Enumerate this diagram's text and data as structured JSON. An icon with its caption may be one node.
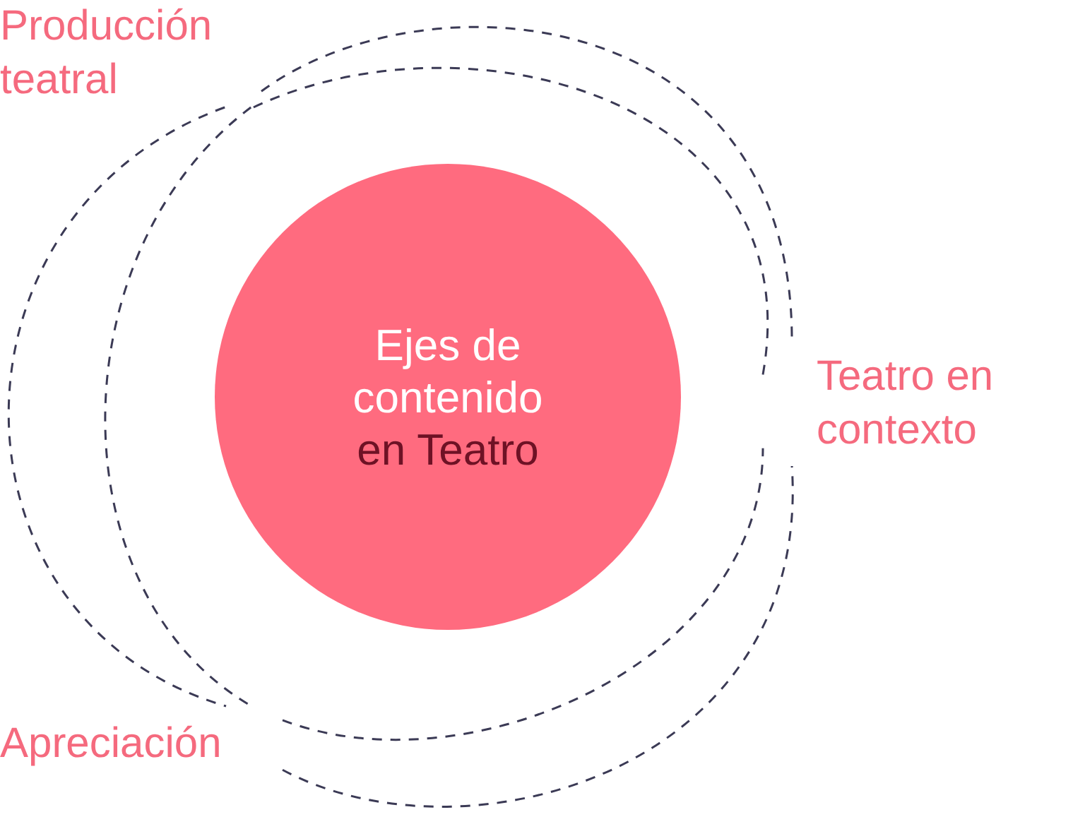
{
  "diagram": {
    "nodes": [
      {
        "text": [
          "Ejes de contenido",
          "en Teatro"
        ]
      },
      {
        "text": [
          "Producción teatral"
        ]
      },
      {
        "text": [
          "Teatro en contexto"
        ]
      },
      {
        "text": [
          "Apreciación"
        ]
      }
    ],
    "edges": [
      {
        "from": 1,
        "to": 2,
        "arrow": "none",
        "style": "dashed"
      },
      {
        "from": 1,
        "to": 2,
        "arrow": "none",
        "style": "dashed"
      },
      {
        "from": 1,
        "to": 3,
        "arrow": "none",
        "style": "dashed"
      },
      {
        "from": 1,
        "to": 3,
        "arrow": "none",
        "style": "dashed"
      },
      {
        "from": 3,
        "to": 2,
        "arrow": "none",
        "style": "dashed"
      },
      {
        "from": 3,
        "to": 2,
        "arrow": "none",
        "style": "dashed"
      }
    ]
  }
}
